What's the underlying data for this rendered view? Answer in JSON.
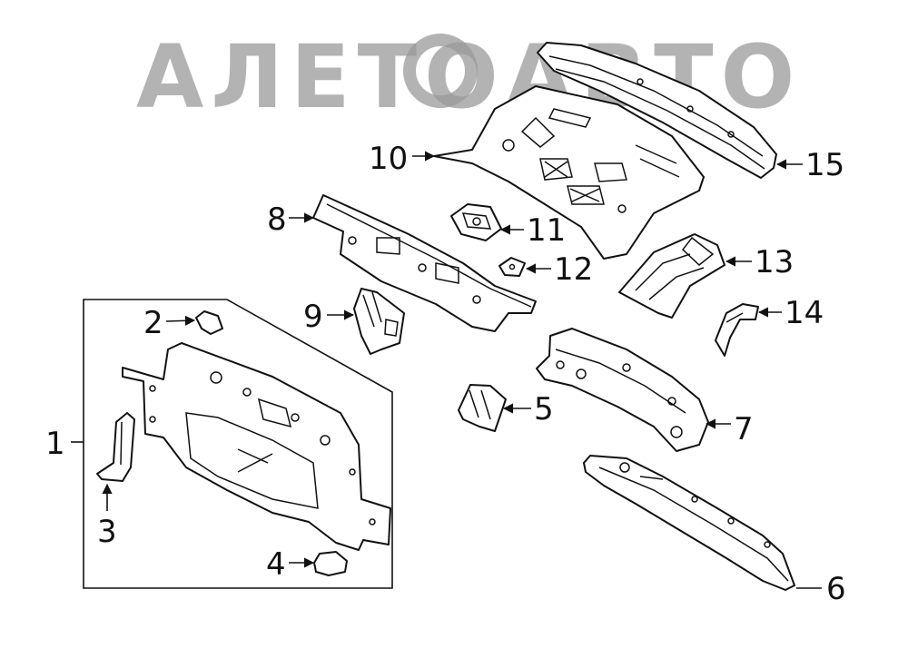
{
  "watermark": {
    "text": "АЛЕТОАВТО",
    "color": "#9a9a9a"
  },
  "callouts": [
    {
      "id": "1",
      "label": "1"
    },
    {
      "id": "2",
      "label": "2"
    },
    {
      "id": "3",
      "label": "3"
    },
    {
      "id": "4",
      "label": "4"
    },
    {
      "id": "5",
      "label": "5"
    },
    {
      "id": "6",
      "label": "6"
    },
    {
      "id": "7",
      "label": "7"
    },
    {
      "id": "8",
      "label": "8"
    },
    {
      "id": "9",
      "label": "9"
    },
    {
      "id": "10",
      "label": "10"
    },
    {
      "id": "11",
      "label": "11"
    },
    {
      "id": "12",
      "label": "12"
    },
    {
      "id": "13",
      "label": "13"
    },
    {
      "id": "14",
      "label": "14"
    },
    {
      "id": "15",
      "label": "15"
    }
  ],
  "colors": {
    "line": "#111111",
    "background": "#ffffff"
  }
}
